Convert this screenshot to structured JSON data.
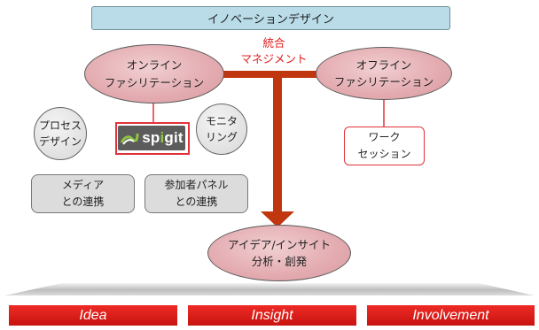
{
  "header": {
    "title": "イノベーションデザイン"
  },
  "integration_label": "統合\nマネジメント",
  "nodes": {
    "online": "オンライン\nファシリテーション",
    "offline": "オフライン\nファシリテーション",
    "idea_analysis": "アイデア/インサイト\n分析・創発"
  },
  "circles": {
    "process_design": "プロセス\nデザイン",
    "monitoring": "モニタ\nリング"
  },
  "boxes": {
    "media": "メディア\nとの連携",
    "panel": "参加者パネル\nとの連携",
    "workshop": "ワーク\nセッション"
  },
  "logo": {
    "name": "spigit",
    "prefix": "sp",
    "dot_letter": "i",
    "suffix": "git"
  },
  "banners": [
    "Idea",
    "Insight",
    "Involvement"
  ],
  "colors": {
    "title_fill": "#b9dce8",
    "node_fill": "#e3abb0",
    "arrow": "#c0360f",
    "banner": "#e61e1e",
    "accent_red": "#e0323a"
  }
}
